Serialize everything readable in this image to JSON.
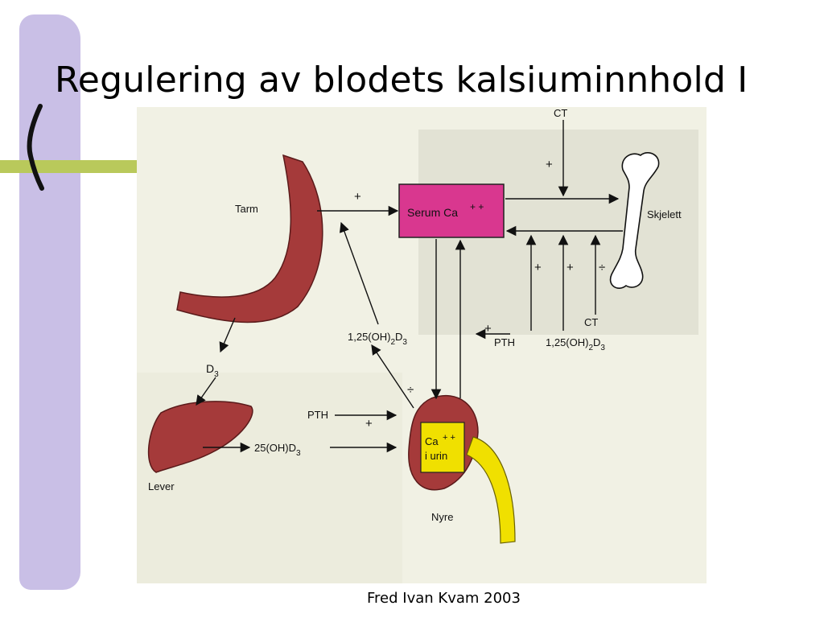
{
  "slide": {
    "title": "Regulering av blodets kalsiuminnhold I",
    "footer": "Fred Ivan Kvam 2003"
  },
  "diagram": {
    "tarm": "Tarm",
    "serum_ca": "Serum Ca",
    "serum_ca_sup": "+ +",
    "ct_top": "CT",
    "skjelett": "Skjelett",
    "ct_bottom": "CT",
    "d3": "D",
    "d3_sub": "3",
    "oh_label_left": "1,25(OH)",
    "oh_left_sub": "2",
    "oh_left_end": "D",
    "oh_left_end_sub": "3",
    "pth_right": "PTH",
    "oh_label_right": "1,25(OH)",
    "oh_right_sub": "2",
    "oh_right_end": "D",
    "oh_right_end_sub": "3",
    "pth_left": "PTH",
    "oh25": "25(OH)D",
    "oh25_sub": "3",
    "ca_urin_line1": "Ca",
    "ca_urin_sup": "+ +",
    "ca_urin_line2": "i urin",
    "lever": "Lever",
    "nyre": "Nyre",
    "sign_plus": "+",
    "sign_minus": "÷"
  },
  "colors": {
    "left_bar": "#c9bfe6",
    "green_bar": "#b9c95b",
    "organ": "#a53a3a",
    "serum_box": "#d9378f",
    "urin_box": "#f0e000",
    "ureter": "#f0e000"
  }
}
